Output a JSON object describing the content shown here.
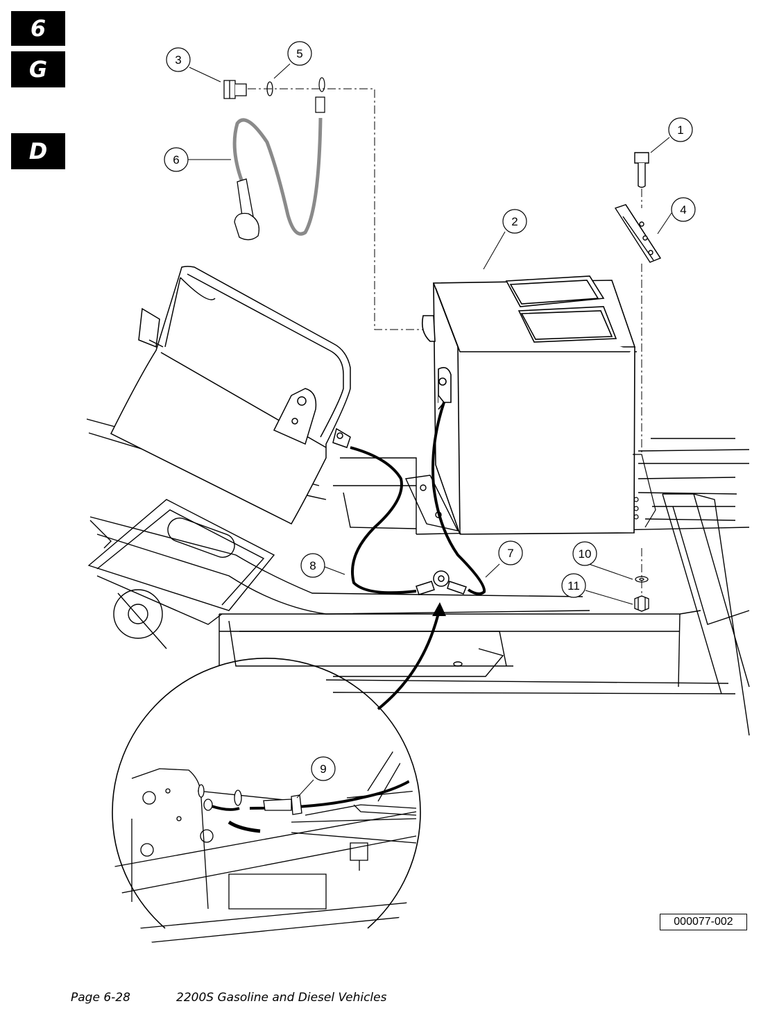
{
  "section_tabs": {
    "chapter": "6",
    "vehicle": "G",
    "fuel": "D"
  },
  "callouts": [
    "1",
    "2",
    "3",
    "4",
    "5",
    "6",
    "7",
    "8",
    "9",
    "10",
    "11"
  ],
  "figure_id": "000077-002",
  "footer": {
    "page": "Page 6-28",
    "title": "2200S Gasoline and Diesel Vehicles"
  }
}
